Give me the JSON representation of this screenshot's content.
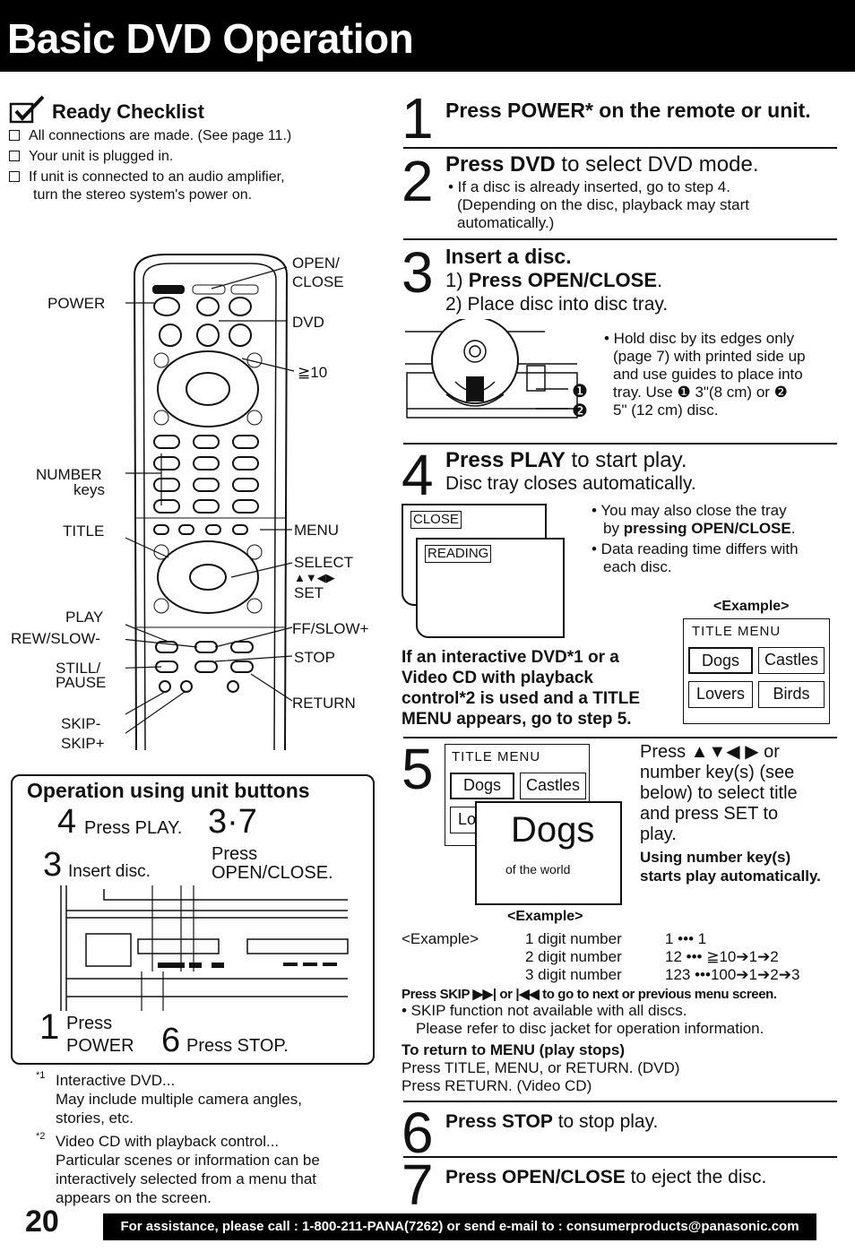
{
  "header": {
    "title": "Basic DVD Operation"
  },
  "checklist": {
    "title": "Ready Checklist",
    "items": [
      "All connections are made. (See page 11.)",
      "Your unit is plugged in.",
      "If unit is connected  to an audio amplifier,",
      "turn the stereo system's power on."
    ]
  },
  "remote": {
    "labels": {
      "power": "POWER",
      "open_close_1": "OPEN/",
      "open_close_2": "CLOSE",
      "dvd": "DVD",
      "ge10": "≧10",
      "number_1": "NUMBER",
      "number_2": "keys",
      "title": "TITLE",
      "menu": "MENU",
      "select": "SELECT",
      "arrows": "▲▼◀▶",
      "set": "SET",
      "play": "PLAY",
      "ff_slow": "FF/SLOW+",
      "rew_slow": "REW/SLOW-",
      "stop": "STOP",
      "still_1": "STILL/",
      "still_2": "PAUSE",
      "return": "RETURN",
      "skip_minus": "SKIP-",
      "skip_plus": "SKIP+"
    }
  },
  "unit_ops": {
    "title": "Operation using unit buttons",
    "play_num": "4",
    "play_text": "Press PLAY.",
    "open_num": "3·7",
    "open_text_1": "Press",
    "open_text_2": "OPEN/CLOSE.",
    "insert_num": "3",
    "insert_text": "Insert disc.",
    "power_num": "1",
    "power_text_1": "Press",
    "power_text_2": "POWER",
    "stop_num": "6",
    "stop_text": "Press STOP."
  },
  "notes": {
    "n1_mark": "*1",
    "n1_lines": [
      "Interactive DVD...",
      "May include multiple camera angles,",
      "stories, etc."
    ],
    "n2_mark": "*2",
    "n2_lines": [
      "Video CD with playback control...",
      "Particular scenes or information can be",
      "interactively selected from a menu that",
      "appears on the screen."
    ]
  },
  "page_number": "20",
  "footer": "For assistance, please call : 1-800-211-PANA(7262) or send e-mail to : consumerproducts@panasonic.com",
  "steps": {
    "s1": {
      "num": "1",
      "text": "Press POWER* on the remote or unit."
    },
    "s2": {
      "num": "2",
      "bold": "Press DVD",
      "rest": " to select DVD mode.",
      "lines": [
        "• If a disc is already inserted, go to step 4.",
        "(Depending on the disc, playback may start",
        "automatically.)"
      ]
    },
    "s3": {
      "num": "3",
      "title": "Insert a disc.",
      "sub1_num": "1) ",
      "sub1_bold": "Press OPEN/CLOSE",
      "sub1_end": ".",
      "sub2": "2) Place disc into disc tray.",
      "bullet": [
        "• Hold disc by its edges only",
        "(page 7) with printed side up",
        "and use guides to place into",
        "tray. Use ❶ 3\"(8 cm) or ❷",
        "5\" (12 cm) disc."
      ],
      "m1": "❶",
      "m2": "❷"
    },
    "s4": {
      "num": "4",
      "bold": "Press PLAY",
      "rest": " to start play.",
      "sub": "Disc tray closes automatically.",
      "screen1": "CLOSE",
      "screen2": "READING",
      "b1a": "• You may also close the tray",
      "b1b_pre": "by ",
      "b1b_bold": "pressing OPEN/CLOSE",
      "b1b_end": ".",
      "b2a": "• Data reading time differs with",
      "b2b": "each disc.",
      "example": "<Example>",
      "menu_title": "TITLE  MENU",
      "menu_items": [
        "Dogs",
        "Castles",
        "Lovers",
        "Birds"
      ],
      "interactive": [
        "If an interactive DVD*1 or a",
        "Video CD with playback",
        "control*2 is used and a TITLE",
        "MENU appears, go to step 5."
      ]
    },
    "s5": {
      "num": "5",
      "menu_title": "TITLE  MENU",
      "menu_items": [
        "Dogs",
        "Castles",
        "Lo"
      ],
      "big_title": "Dogs",
      "big_sub": "of  the  world",
      "instr": [
        "Press ▲▼◀ ▶ or",
        "number key(s) (see",
        "below) to select title",
        "and press SET to",
        "play."
      ],
      "auto": [
        "Using number key(s)",
        "starts play automatically."
      ],
      "example_title": "<Example>",
      "example_label": "<Example>",
      "rows": [
        {
          "label": "1 digit number",
          "value": "1 ••• 1"
        },
        {
          "label": "2 digit number",
          "value": "12 ••• ≧10➔1➔2"
        },
        {
          "label": "3 digit number",
          "value": "123 •••100➔1➔2➔3"
        }
      ],
      "skip": "Press SKIP ▶▶| or |◀◀ to go to next or previous menu screen.",
      "skip_note_1": "• SKIP function not available with all discs.",
      "skip_note_2": "Please refer to disc jacket for operation information.",
      "return_title": "To return to MENU (play stops)",
      "return_dvd": "Press TITLE, MENU, or RETURN. (DVD)",
      "return_vcd": "Press RETURN. (Video CD)"
    },
    "s6": {
      "num": "6",
      "bold": "Press STOP",
      "rest": " to stop play."
    },
    "s7": {
      "num": "7",
      "bold": "Press OPEN/CLOSE",
      "rest": " to eject the disc."
    }
  }
}
